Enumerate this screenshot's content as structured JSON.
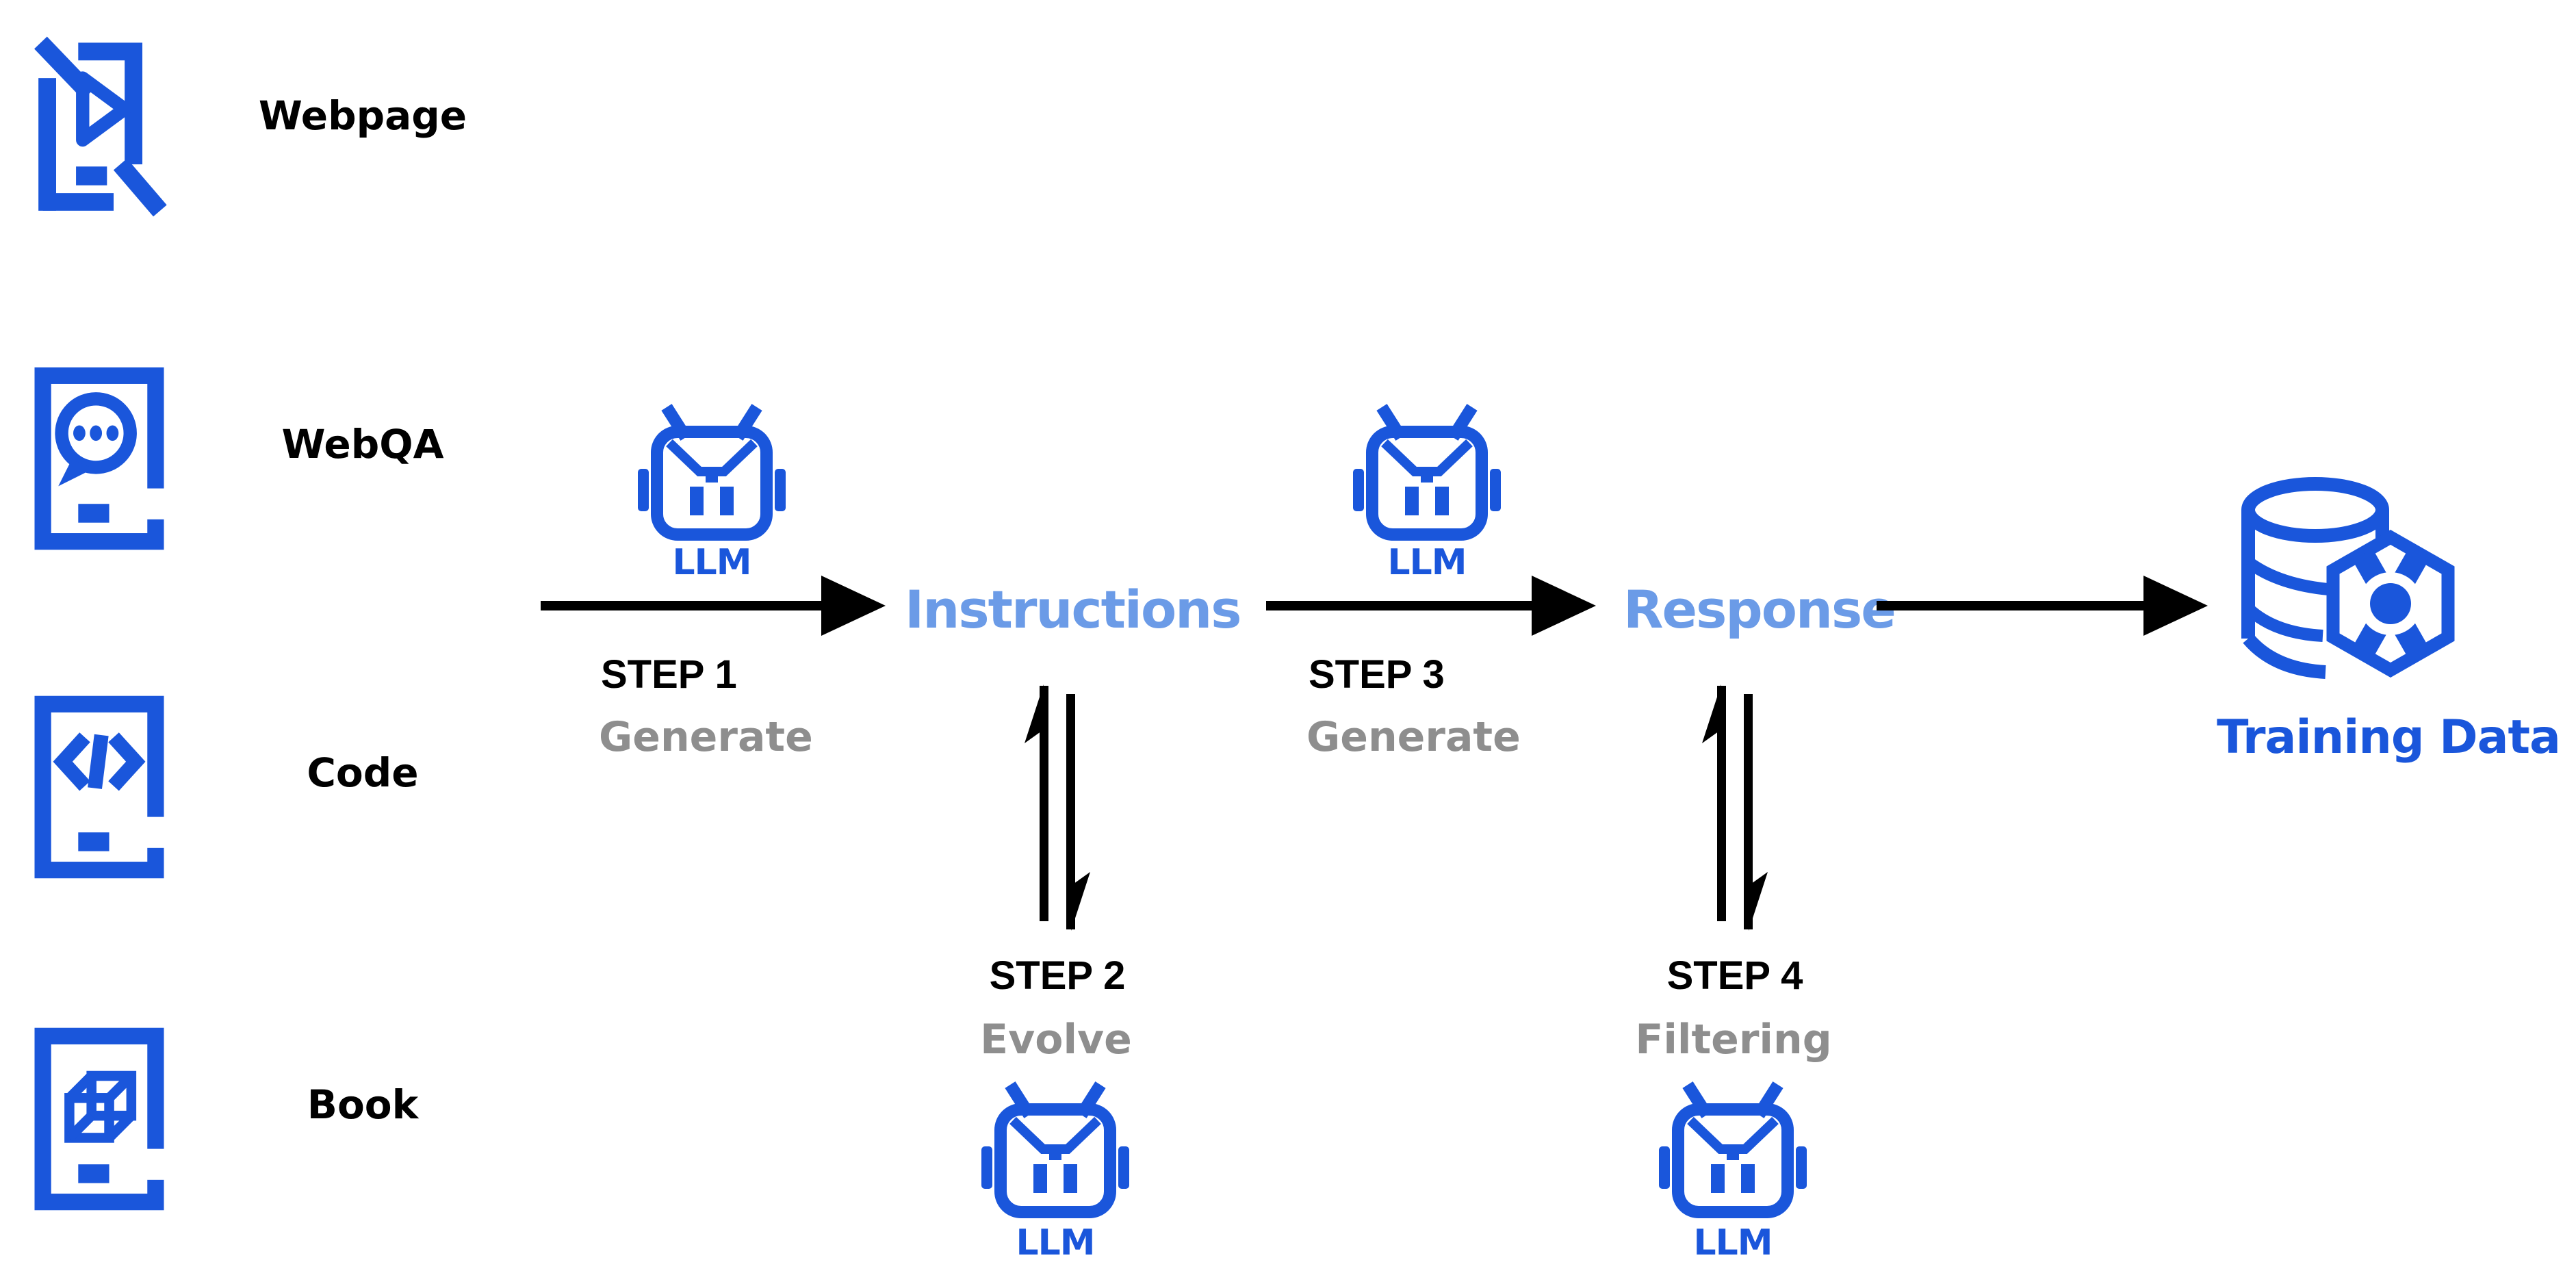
{
  "diagram_title": "",
  "colors": {
    "icon_blue": "#1A56DB",
    "node_light_blue": "#6B9BE7",
    "action_gray": "#8E8E8E",
    "arrow_black": "#000000",
    "background": "#ffffff"
  },
  "sources": [
    {
      "label": "Webpage",
      "icon": "webpage-icon"
    },
    {
      "label": "WebQA",
      "icon": "webqa-icon"
    },
    {
      "label": "Code",
      "icon": "code-icon"
    },
    {
      "label": "Book",
      "icon": "book-icon"
    }
  ],
  "pipeline": {
    "llm": "LLM",
    "instructions": "Instructions",
    "response": "Response",
    "training_data": "Training Data",
    "steps": [
      {
        "step": "STEP 1",
        "action": "Generate"
      },
      {
        "step": "STEP 2",
        "action": "Evolve"
      },
      {
        "step": "STEP 3",
        "action": "Generate"
      },
      {
        "step": "STEP 4",
        "action": "Filtering"
      }
    ]
  }
}
